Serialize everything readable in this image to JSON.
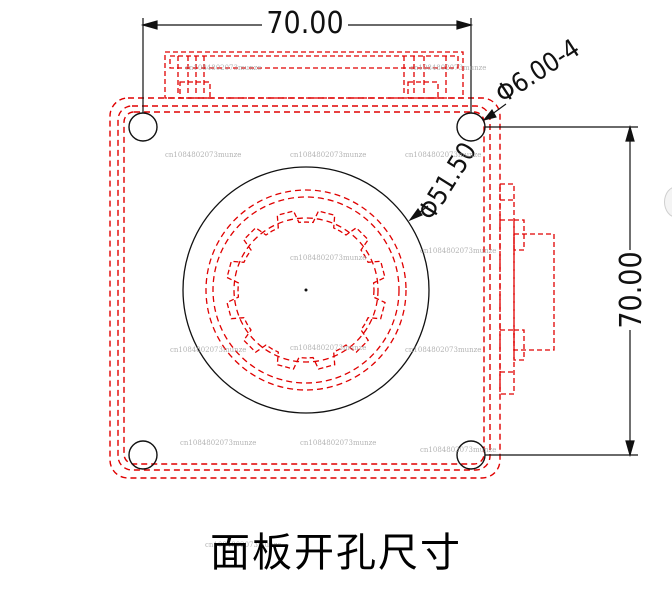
{
  "drawing": {
    "dim_top": "70.00",
    "dim_right": "70.00",
    "hole_callout": "Φ6.00-4",
    "bore_callout": "Φ51.50",
    "watermark": "cn1084802073munze"
  },
  "caption": "面板开孔尺寸",
  "colors": {
    "dashed_outline": "#e00000",
    "solid_lines": "#000000"
  }
}
